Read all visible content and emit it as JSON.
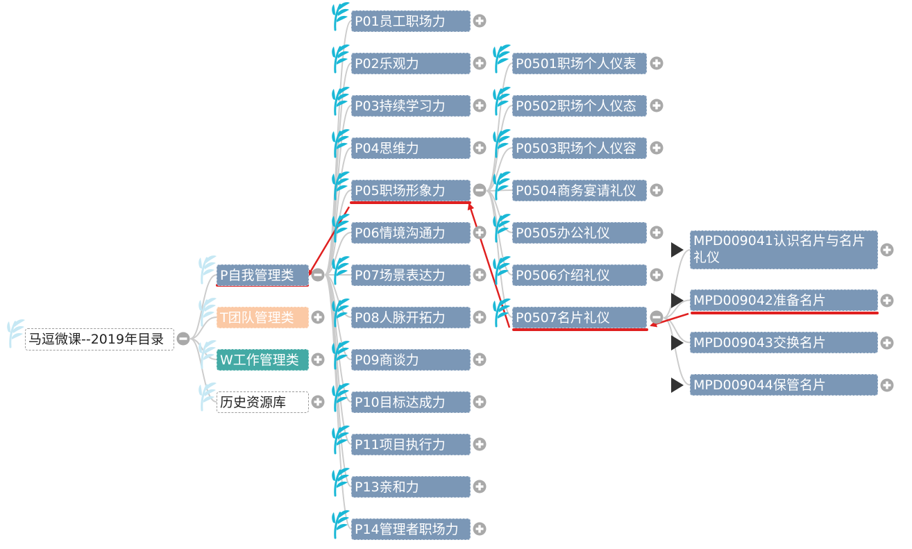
{
  "root": {
    "label": "马逗微课--2019年目录"
  },
  "level1": [
    {
      "key": "p",
      "label": "P自我管理类",
      "style": "blue",
      "state": "expanded"
    },
    {
      "key": "t",
      "label": "T团队管理类",
      "style": "orange",
      "state": "collapsed"
    },
    {
      "key": "w",
      "label": "W工作管理类",
      "style": "teal",
      "state": "collapsed"
    },
    {
      "key": "h",
      "label": "历史资源库",
      "style": "white",
      "state": "collapsed"
    }
  ],
  "level2": [
    {
      "label": "P01员工职场力",
      "state": "collapsed"
    },
    {
      "label": "P02乐观力",
      "state": "collapsed"
    },
    {
      "label": "P03持续学习力",
      "state": "collapsed"
    },
    {
      "label": "P04思维力",
      "state": "collapsed"
    },
    {
      "label": "P05职场形象力",
      "state": "expanded"
    },
    {
      "label": "P06情境沟通力",
      "state": "collapsed"
    },
    {
      "label": "P07场景表达力",
      "state": "collapsed"
    },
    {
      "label": "P08人脉开拓力",
      "state": "collapsed"
    },
    {
      "label": "P09商谈力",
      "state": "collapsed"
    },
    {
      "label": "P10目标达成力",
      "state": "collapsed"
    },
    {
      "label": "P11项目执行力",
      "state": "collapsed"
    },
    {
      "label": "P13亲和力",
      "state": "collapsed"
    },
    {
      "label": "P14管理者职场力",
      "state": "collapsed"
    }
  ],
  "level3": [
    {
      "label": "P0501职场个人仪表",
      "state": "collapsed"
    },
    {
      "label": "P0502职场个人仪态",
      "state": "collapsed"
    },
    {
      "label": "P0503职场个人仪容",
      "state": "collapsed"
    },
    {
      "label": "P0504商务宴请礼仪",
      "state": "collapsed"
    },
    {
      "label": "P0505办公礼仪",
      "state": "collapsed"
    },
    {
      "label": "P0506介绍礼仪",
      "state": "collapsed"
    },
    {
      "label": "P0507名片礼仪",
      "state": "expanded"
    }
  ],
  "level4": [
    {
      "label": "MPD009041认识名片与名片礼仪",
      "state": "collapsed"
    },
    {
      "label": "MPD009042准备名片",
      "state": "collapsed"
    },
    {
      "label": "MPD009043交换名片",
      "state": "collapsed"
    },
    {
      "label": "MPD009044保管名片",
      "state": "collapsed"
    }
  ],
  "colors": {
    "node_blue": "#7b97b6",
    "node_orange": "#fbc9a5",
    "node_teal": "#44aaa5",
    "leaf_icon": "#1ab8d6",
    "leaf_icon_faded": "#c6e8f4",
    "toggle": "#a9a9a9",
    "connector": "#cccccc",
    "annotation": "#e02020"
  },
  "icons": {
    "leaf": "feather-leaf-icon",
    "expand": "plus-circle-icon",
    "collapse": "minus-circle-icon",
    "marker": "play-triangle-icon"
  }
}
